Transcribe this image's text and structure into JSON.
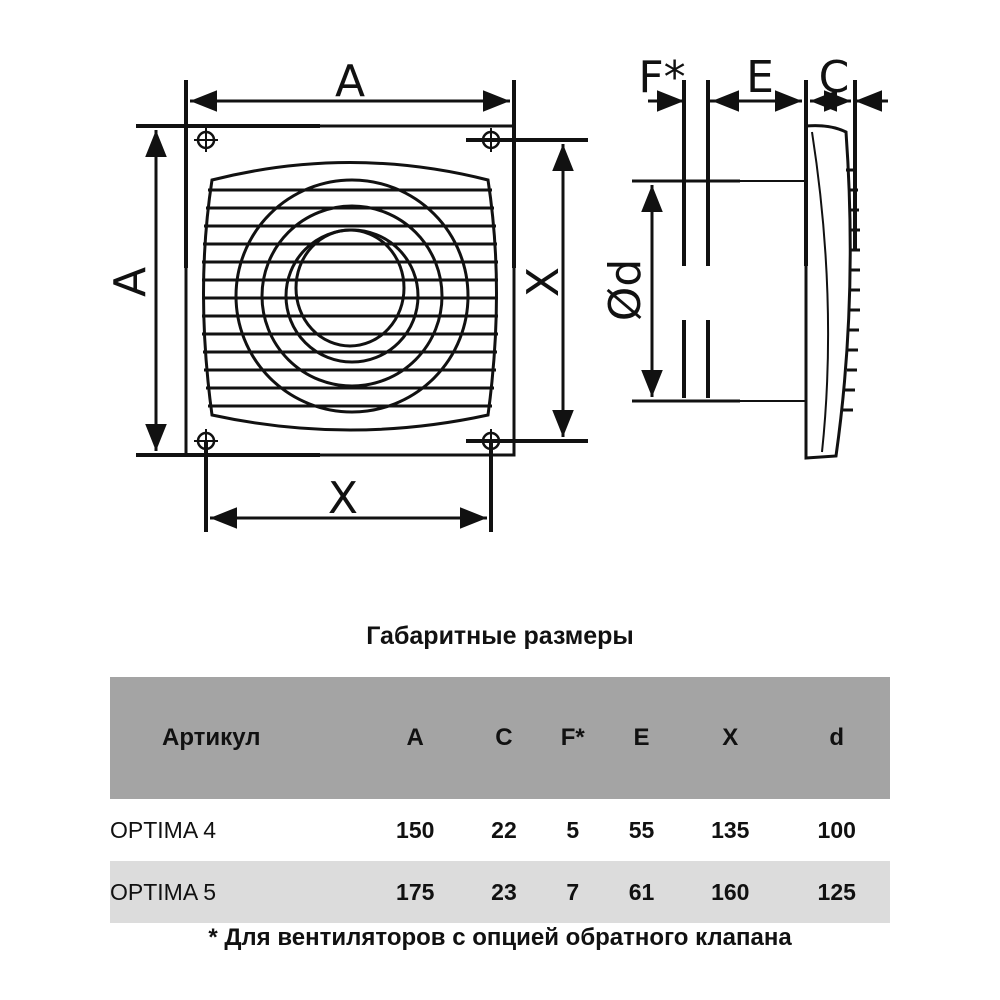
{
  "drawing": {
    "front_view": {
      "width_label": "A",
      "height_label": "A",
      "hole_spacing_vertical_label": "X",
      "hole_spacing_horizontal_label": "X"
    },
    "side_view": {
      "flange_label": "F*",
      "depth_label": "E",
      "grille_label": "C",
      "diameter_label": "Ød"
    }
  },
  "table": {
    "title": "Габаритные размеры",
    "headers": [
      "Артикул",
      "A",
      "C",
      "F*",
      "E",
      "X",
      "d"
    ],
    "rows": [
      {
        "model": "OPTIMA 4",
        "values": [
          "150",
          "22",
          "5",
          "55",
          "135",
          "100"
        ]
      },
      {
        "model": "OPTIMA 5",
        "values": [
          "175",
          "23",
          "7",
          "61",
          "160",
          "125"
        ]
      }
    ],
    "footnote": "* Для вентиляторов с опцией обратного клапана"
  },
  "colors": {
    "line": "#111111",
    "header_bg": "#a4a4a4",
    "alt_row_bg": "#dcdcdc"
  }
}
